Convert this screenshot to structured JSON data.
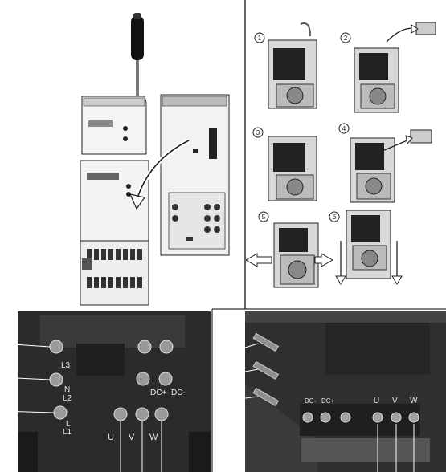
{
  "step_markers": [
    "1",
    "2",
    "3",
    "4",
    "5",
    "6"
  ],
  "terminals_left": {
    "L3": "L3",
    "N": "N",
    "L2": "L2",
    "L": "L",
    "L1": "L1",
    "DCplus": "DC+",
    "DCminus": "DC-",
    "U": "U",
    "V": "V",
    "W": "W"
  },
  "terminals_right": {
    "DCminus": "DC-",
    "DCplus": "DC+",
    "U": "U",
    "V": "V",
    "W": "W"
  }
}
